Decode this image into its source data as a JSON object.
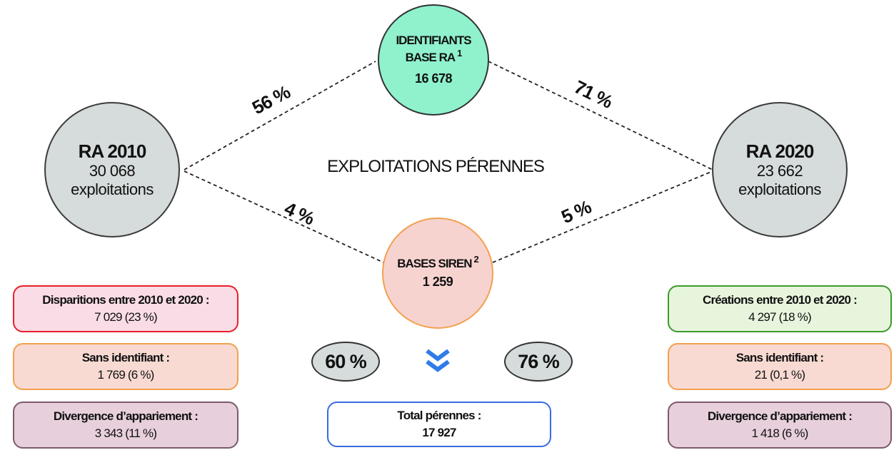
{
  "nodes": {
    "ra2010": {
      "title": "RA 2010",
      "count": "30 068",
      "unit": "exploitations"
    },
    "ra2020": {
      "title": "RA 2020",
      "count": "23 662",
      "unit": "exploitations"
    },
    "base_ra": {
      "line1": "IDENTIFIANTS",
      "line2": "BASE RA",
      "sup": "1",
      "value": "16 678"
    },
    "siren": {
      "label": "BASES SIREN",
      "sup": "2",
      "value": "1 259"
    }
  },
  "center_title": "EXPLOITATIONS PÉRENNES",
  "link_percents": {
    "ra2010_to_base_ra": "56 %",
    "base_ra_to_ra2020": "71 %",
    "ra2010_to_siren": "4 %",
    "siren_to_ra2020": "5 %"
  },
  "left_boxes": {
    "disappearances": {
      "label": "Disparitions entre 2010 et 2020 :",
      "value": "7 029 (23 %)"
    },
    "no_identifier": {
      "label": "Sans identifiant :",
      "value": "1 769 (6 %)"
    },
    "matching_divergence": {
      "label": "Divergence d’appariement :",
      "value": "3 343 (11 %)"
    }
  },
  "right_boxes": {
    "creations": {
      "label": "Créations entre 2010 et 2020 :",
      "value": "4 297 (18 %)"
    },
    "no_identifier": {
      "label": "Sans identifiant :",
      "value": "21 (0,1 %)"
    },
    "matching_divergence": {
      "label": "Divergence d’appariement :",
      "value": "1 418 (6 %)"
    }
  },
  "summary": {
    "left_pct": "60 %",
    "right_pct": "76 %",
    "total_label": "Total pérennes :",
    "total_value": "17 927"
  },
  "colors": {
    "big_circle_fill": "#d5dcdb",
    "base_ra_fill": "#8ff2cd",
    "siren_fill": "#f7d3d0",
    "siren_border": "#f2a04e",
    "red_box_border": "#e8202a",
    "green_box_border": "#3c9a2c",
    "purple_box_border": "#7c5a6c",
    "total_border": "#3a6be0",
    "chevron": "#2f7be8"
  }
}
